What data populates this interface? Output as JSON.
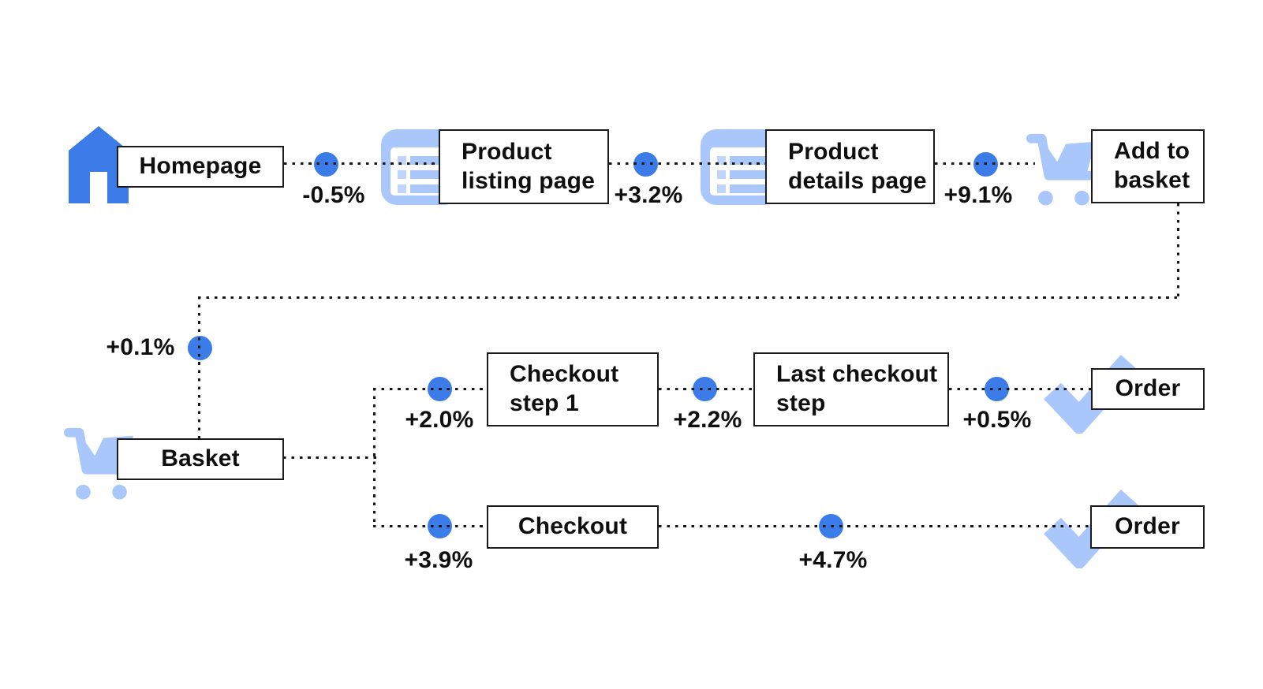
{
  "colors": {
    "blue": "#3b7ce8",
    "light_blue": "#a9c7fa",
    "line": "#161616",
    "text": "#0f0f0f",
    "box_border": "#1b1b1b",
    "background": "#ffffff"
  },
  "nodes": {
    "homepage": {
      "label": "Homepage",
      "icon": "home-icon"
    },
    "product_listing_page": {
      "label": "Product\nlisting page",
      "icon": "list-page-icon"
    },
    "product_details_page": {
      "label": "Product\ndetails page",
      "icon": "list-page-icon"
    },
    "add_to_basket": {
      "label": "Add to\nbasket",
      "icon": "cart-icon"
    },
    "basket": {
      "label": "Basket",
      "icon": "cart-icon"
    },
    "checkout_step_1": {
      "label": "Checkout\nstep 1"
    },
    "last_checkout_step": {
      "label": "Last checkout\nstep"
    },
    "order_top": {
      "label": "Order",
      "icon": "check-icon"
    },
    "checkout": {
      "label": "Checkout"
    },
    "order_bottom": {
      "label": "Order",
      "icon": "check-icon"
    }
  },
  "edges": {
    "homepage_to_product_listing": {
      "delta": "-0.5%"
    },
    "product_listing_to_product_details": {
      "delta": "+3.2%"
    },
    "product_details_to_add_to_basket": {
      "delta": "+9.1%"
    },
    "add_to_basket_to_basket": {
      "delta": "+0.1%"
    },
    "basket_to_checkout_step_1": {
      "delta": "+2.0%"
    },
    "checkout_step_1_to_last_checkout_step": {
      "delta": "+2.2%"
    },
    "last_checkout_step_to_order": {
      "delta": "+0.5%"
    },
    "basket_to_checkout": {
      "delta": "+3.9%"
    },
    "checkout_to_order": {
      "delta": "+4.7%"
    }
  }
}
